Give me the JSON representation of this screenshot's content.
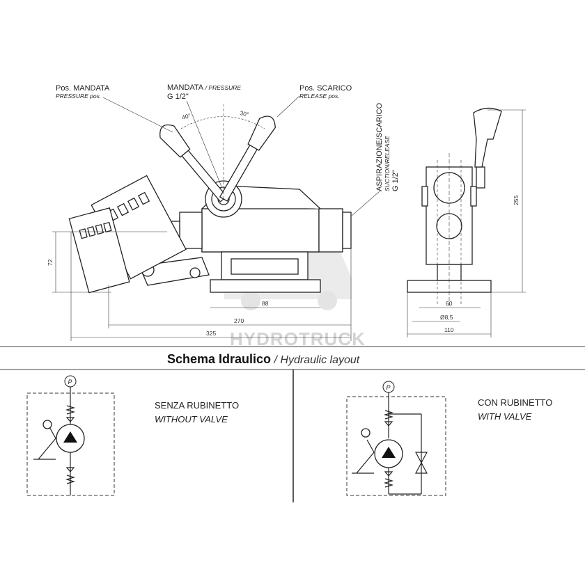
{
  "drawing": {
    "labels": {
      "pos_mandata": "Pos. MANDATA",
      "pos_mandata_en": "PRESSURE pos.",
      "mandata": "MANDATA",
      "mandata_en": "/ PRESSURE",
      "mandata_thread": "G 1/2\"",
      "pos_scarico": "Pos. SCARICO",
      "pos_scarico_en": "RELEASE pos.",
      "aspirazione": "ASPIRAZIONE/SCARICO",
      "aspirazione_en": "SUCTION/RELEASE",
      "aspirazione_thread": "G 1/2\""
    },
    "angles": {
      "left": "40°",
      "right": "30°"
    },
    "dimensions": {
      "h72": "72",
      "w88": "88",
      "w270": "270",
      "w325": "325",
      "h255": "255",
      "w60": "60",
      "d85": "Ø8,5",
      "w110": "110"
    },
    "watermark": "HYDROTRUCK"
  },
  "section": {
    "title_bold": "Schema Idraulico",
    "title_sep": " / ",
    "title_italic": "Hydraulic layout"
  },
  "schematics": [
    {
      "port": "P",
      "label": "SENZA RUBINETTO",
      "label_en": "WITHOUT VALVE"
    },
    {
      "port": "P",
      "label": "CON RUBINETTO",
      "label_en": "WITH VALVE"
    }
  ]
}
